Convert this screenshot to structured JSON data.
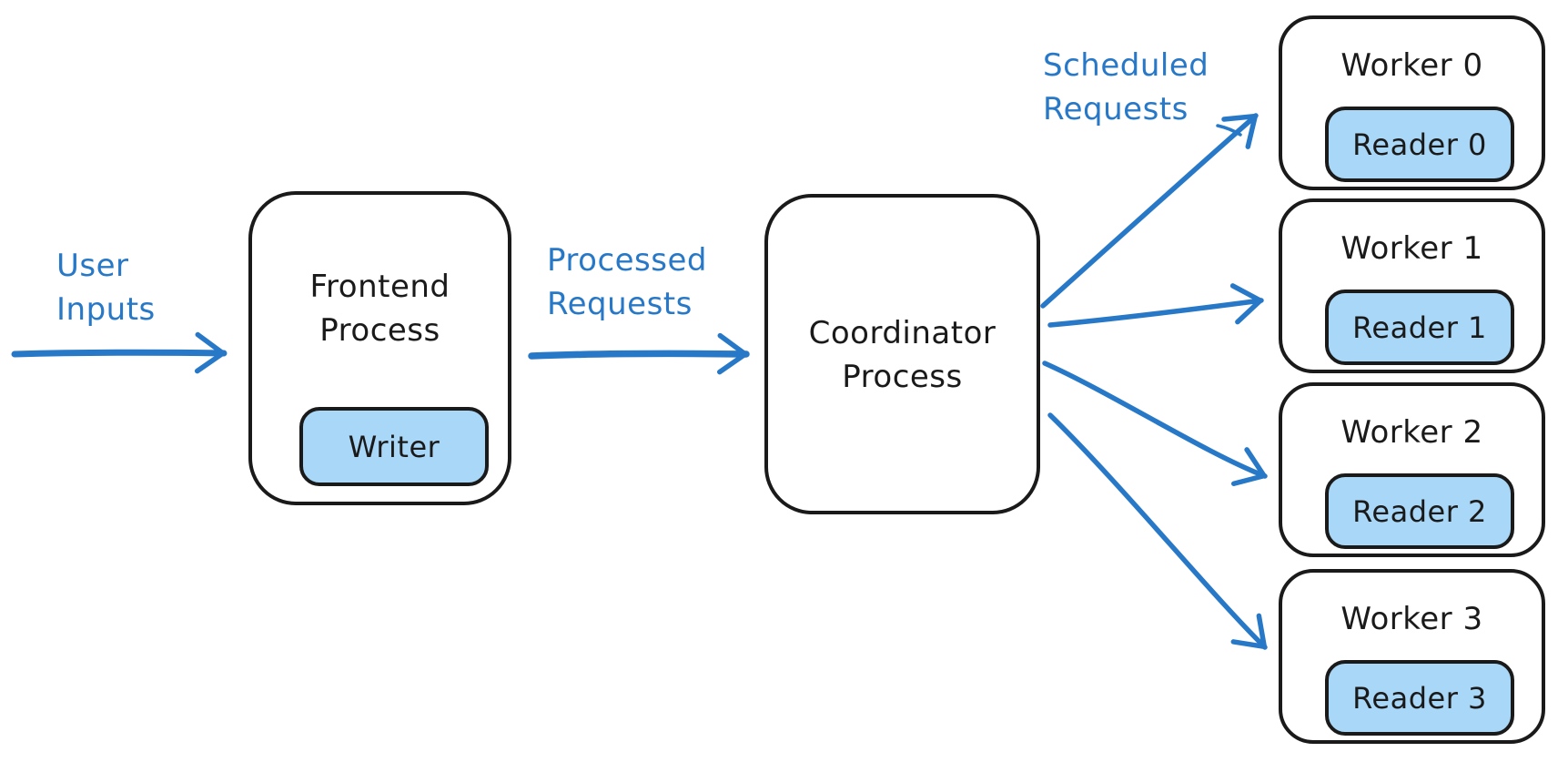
{
  "colors": {
    "accent": "#2878C8",
    "chip_fill": "#A9D7F7",
    "ink": "#1A1A1A"
  },
  "labels": {
    "user_inputs": "User\nInputs",
    "processed_requests": "Processed\nRequests",
    "scheduled_requests": "Scheduled\nRequests"
  },
  "nodes": {
    "frontend": {
      "title": "Frontend\nProcess",
      "chip": "Writer"
    },
    "coordinator": {
      "title": "Coordinator\nProcess"
    },
    "workers": [
      {
        "title": "Worker 0",
        "chip": "Reader 0"
      },
      {
        "title": "Worker 1",
        "chip": "Reader 1"
      },
      {
        "title": "Worker 2",
        "chip": "Reader 2"
      },
      {
        "title": "Worker 3",
        "chip": "Reader 3"
      }
    ]
  }
}
